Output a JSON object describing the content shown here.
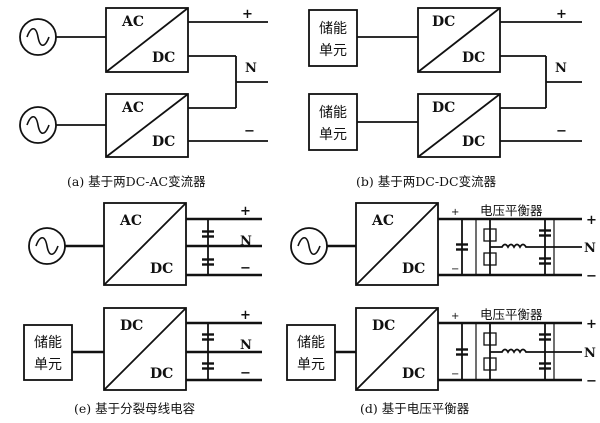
{
  "converter": {
    "ac": "AC",
    "dc": "DC"
  },
  "storage": {
    "line1": "储能",
    "line2": "单元"
  },
  "rails": {
    "pos": "+",
    "neu": "N",
    "neg": "−"
  },
  "cap_sign": {
    "pos": "+",
    "neg": "−"
  },
  "balancer": {
    "title": "电压平衡器"
  },
  "captions": {
    "a": "(a)  基于两DC-AC变流器",
    "b": "(b)  基于两DC-DC变流器",
    "c": "(e)  基于分裂母线电容",
    "d": "(d)  基于电压平衡器"
  }
}
